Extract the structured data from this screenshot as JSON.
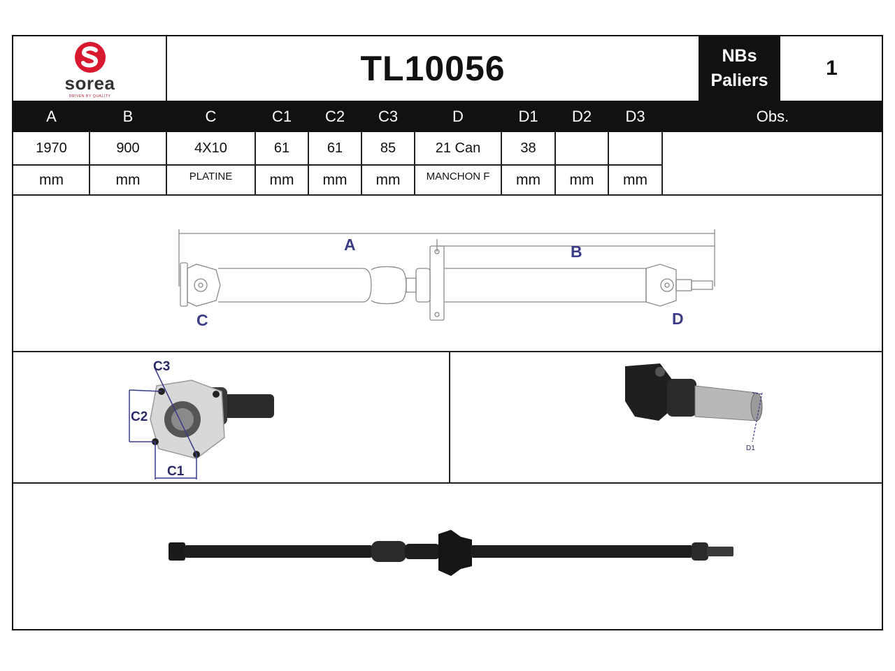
{
  "brand": {
    "name": "sorea",
    "tagline": "DRIVEN BY QUALITY",
    "accent": "#d8192f"
  },
  "part_number": "TL10056",
  "paliers": {
    "label_line1": "NBs",
    "label_line2": "Paliers",
    "value": "1"
  },
  "columns": [
    {
      "header": "A",
      "value": "1970",
      "unit": "mm"
    },
    {
      "header": "B",
      "value": "900",
      "unit": "mm"
    },
    {
      "header": "C",
      "value": "4X10",
      "unit": "PLATINE"
    },
    {
      "header": "C1",
      "value": "61",
      "unit": "mm"
    },
    {
      "header": "C2",
      "value": "61",
      "unit": "mm"
    },
    {
      "header": "C3",
      "value": "85",
      "unit": "mm"
    },
    {
      "header": "D",
      "value": "21 Can",
      "unit": "MANCHON F"
    },
    {
      "header": "D1",
      "value": "38",
      "unit": "mm"
    },
    {
      "header": "D2",
      "value": "",
      "unit": "mm"
    },
    {
      "header": "D3",
      "value": "",
      "unit": "mm"
    }
  ],
  "obs_header": "Obs.",
  "diagram": {
    "label_a": "A",
    "label_b": "B",
    "label_c": "C",
    "label_d": "D"
  },
  "flange_photo": {
    "label_c1": "C1",
    "label_c2": "C2",
    "label_c3": "C3"
  },
  "sleeve_photo": {
    "label_d1": "D1"
  }
}
